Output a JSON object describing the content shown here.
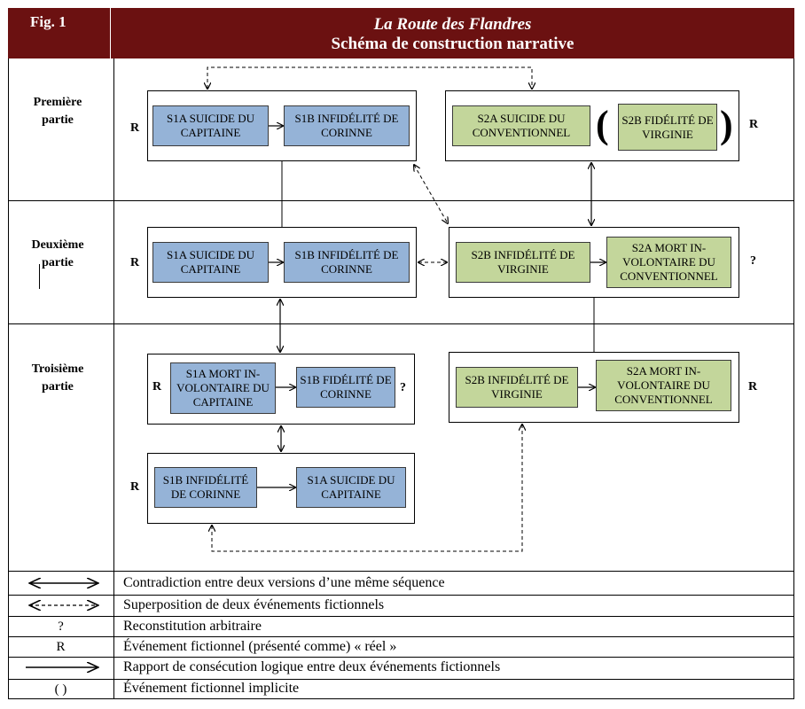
{
  "header": {
    "fig_label": "Fig. 1",
    "title_line1": "La Route des Flandres",
    "title_line2": "Schéma de construction narrative"
  },
  "parts": [
    {
      "line1": "Première",
      "line2": "partie"
    },
    {
      "line1": "Deuxième",
      "line2": "partie"
    },
    {
      "line1": "Troisième",
      "line2": "partie"
    }
  ],
  "nodes": {
    "p1_s1a": {
      "sub": "S1A",
      "text": " SUICIDE DU CAPITAINE"
    },
    "p1_s1b": {
      "sub": "S1B",
      "text": " INFIDÉLITÉ DE CORINNE"
    },
    "p1_s2a": {
      "sub": "S2A",
      "text": " SUICIDE DU CONVENTIONNEL"
    },
    "p1_s2b": {
      "sub": "S2B",
      "text": " FIDÉLITÉ DE VIRGINIE"
    },
    "p2_s1a": {
      "sub": "S1A",
      "text": " SUICIDE DU CAPITAINE"
    },
    "p2_s1b": {
      "sub": "S1B",
      "text": " INFIDÉLITÉ DE CORINNE"
    },
    "p2_s2b": {
      "sub": "S2B",
      "text": " INFIDÉLITÉ DE VIRGINIE"
    },
    "p2_s2a": {
      "sub": "S2A",
      "text": " MORT IN-VOLONTAIRE DU CONVENTIONNEL"
    },
    "p3_s1a": {
      "sub": "S1A",
      "text": " MORT IN-VOLONTAIRE DU CAPITAINE"
    },
    "p3_s1b": {
      "sub": "S1B",
      "text": " FIDÉLITÉ DE CORINNE"
    },
    "p3_s2b": {
      "sub": "S2B",
      "text": " INFIDÉLITÉ DE VIRGINIE"
    },
    "p3_s2a": {
      "sub": "S2A",
      "text": " MORT IN-VOLONTAIRE DU CONVENTIONNEL"
    },
    "p3b_s1b": {
      "sub": "S1B",
      "text": " INFIDÉLITÉ DE CORINNE"
    },
    "p3b_s1a": {
      "sub": "S1A",
      "text": " SUICIDE DU CAPITAINE"
    }
  },
  "symbols": {
    "real": "R",
    "question": "?",
    "paren_open": "(",
    "paren_close": ")"
  },
  "legend": [
    {
      "symbol": "",
      "text": "Contradiction entre deux versions d’une même séquence"
    },
    {
      "symbol": "",
      "text": "Superposition de deux événements fictionnels"
    },
    {
      "symbol": "?",
      "text": "Reconstitution arbitraire"
    },
    {
      "symbol": "R",
      "text": "Événement fictionnel (présenté comme) « réel »"
    },
    {
      "symbol": "",
      "text": "Rapport de consécution logique entre deux événements fictionnels"
    },
    {
      "symbol": "( )",
      "text": "Événement fictionnel implicite"
    }
  ]
}
